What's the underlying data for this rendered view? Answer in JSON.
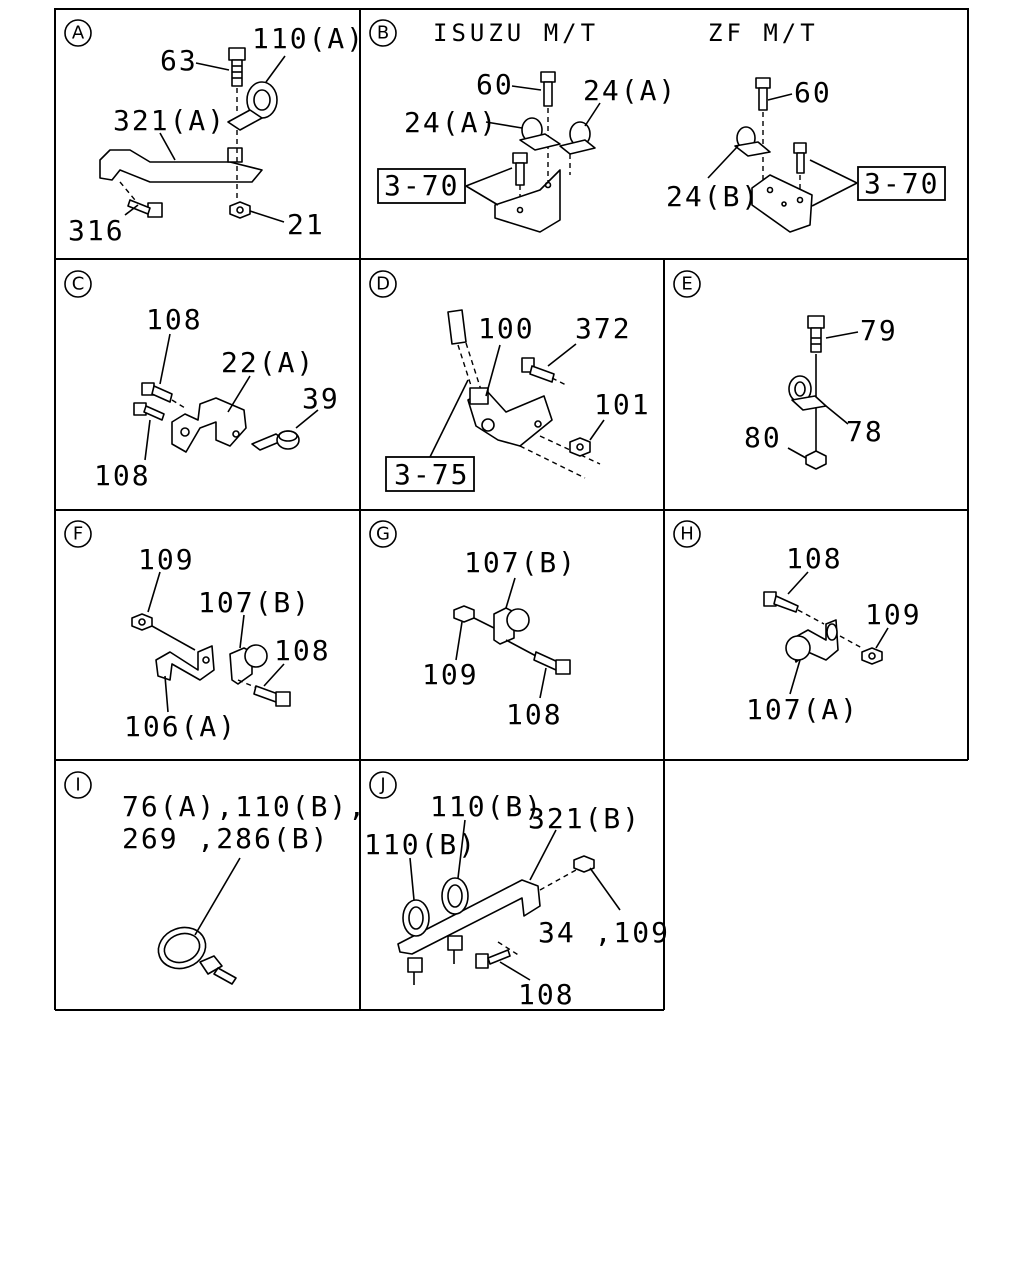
{
  "panels": [
    {
      "id": "A",
      "letter": "A",
      "labels": [
        "63",
        "110(A)",
        "321(A)",
        "316",
        "21"
      ]
    },
    {
      "id": "B",
      "letter": "B",
      "headers": [
        "ISUZU M/T",
        "ZF M/T"
      ],
      "labels": [
        "60",
        "24(A)",
        "24(A)",
        "3-70",
        "60",
        "24(B)",
        "3-70"
      ]
    },
    {
      "id": "C",
      "letter": "C",
      "labels": [
        "108",
        "22(A)",
        "39",
        "108"
      ]
    },
    {
      "id": "D",
      "letter": "D",
      "labels": [
        "100",
        "372",
        "101",
        "3-75"
      ]
    },
    {
      "id": "E",
      "letter": "E",
      "labels": [
        "79",
        "78",
        "80"
      ]
    },
    {
      "id": "F",
      "letter": "F",
      "labels": [
        "109",
        "107(B)",
        "108",
        "106(A)"
      ]
    },
    {
      "id": "G",
      "letter": "G",
      "labels": [
        "107(B)",
        "109",
        "108"
      ]
    },
    {
      "id": "H",
      "letter": "H",
      "labels": [
        "108",
        "109",
        "107(A)"
      ]
    },
    {
      "id": "I",
      "letter": "I",
      "labels": [
        "76(A),110(B),",
        "269 ,286(B)"
      ]
    },
    {
      "id": "J",
      "letter": "J",
      "labels": [
        "110(B)",
        "321(B)",
        "110(B)",
        "34 ,109",
        "108"
      ]
    }
  ]
}
